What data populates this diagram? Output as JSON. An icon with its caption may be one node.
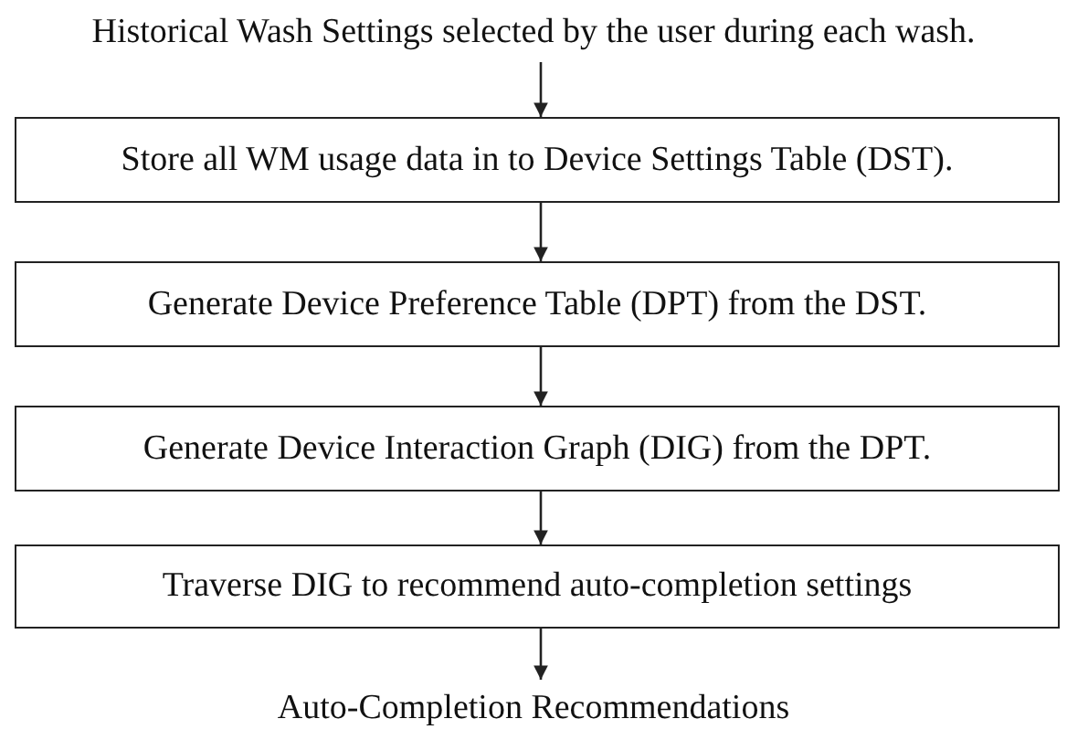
{
  "diagram": {
    "nodes": [
      {
        "text": [
          "Historical Wash Settings selected by the user during each wash."
        ]
      },
      {
        "text": [
          "Store all WM usage data in to Device Settings Table (DST)."
        ]
      },
      {
        "text": [
          "Generate Device Preference Table (DPT) from the DST."
        ]
      },
      {
        "text": [
          "Generate Device Interaction Graph (DIG) from the DPT."
        ]
      },
      {
        "text": [
          "Traverse DIG to recommend auto-completion settings"
        ]
      },
      {
        "text": [
          "Auto-Completion Recommendations"
        ]
      }
    ],
    "edges": [
      {
        "from": 0,
        "to": 1,
        "arrow": "to"
      },
      {
        "from": 1,
        "to": 2,
        "arrow": "to"
      },
      {
        "from": 2,
        "to": 3,
        "arrow": "to"
      },
      {
        "from": 3,
        "to": 4,
        "arrow": "to"
      },
      {
        "from": 4,
        "to": 5,
        "arrow": "to"
      }
    ]
  }
}
